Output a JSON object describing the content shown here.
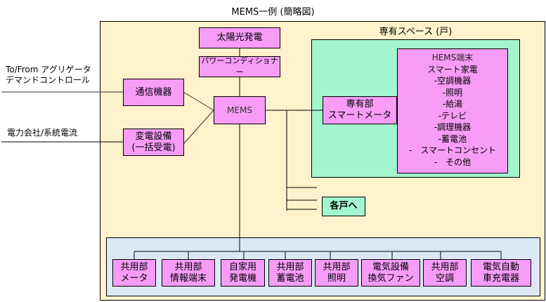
{
  "title": "MEMS一例 (簡略図)",
  "private_space": {
    "label": "専有スペース (戸)",
    "meter": [
      "専有部",
      "スマートメータ"
    ],
    "hems": {
      "title": "HEMS端末",
      "subtitle": "スマート家電",
      "items": [
        "-空調機器",
        "-照明",
        "-給湯",
        "-テレビ",
        "-調理機器",
        "-蓄電池",
        "-　スマートコンセント",
        "-　その他"
      ]
    }
  },
  "external": {
    "aggregator": [
      "To/From アグリゲータ",
      "デマンドコントロール"
    ],
    "utility": "電力会社/系統電流"
  },
  "nodes": {
    "solar": "太陽光発電",
    "power_conditioner": "パワーコンディショナー",
    "comm": "通信機器",
    "substation": [
      "変電設備",
      "(一括受電)"
    ],
    "mems": "MEMS",
    "to_each_unit": "各戸へ"
  },
  "common_area": {
    "items": [
      [
        "共用部",
        "メータ"
      ],
      [
        "共用部",
        "情報端末"
      ],
      [
        "自家用",
        "発電機"
      ],
      [
        "共用部",
        "蓄電池"
      ],
      [
        "共用部",
        "照明"
      ],
      [
        "電気設備",
        "換気ファン"
      ],
      [
        "共用部",
        "空調"
      ],
      [
        "電気自動",
        "車充電器"
      ]
    ]
  }
}
